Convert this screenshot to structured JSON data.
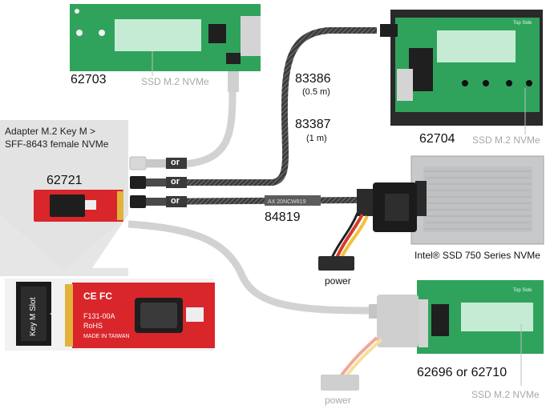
{
  "labels": {
    "p62703": "62703",
    "ssd_top": "SSD M.2 NVMe",
    "p83386": "83386",
    "len_05": "(0.5 m)",
    "p83387": "83387",
    "len_1": "(1 m)",
    "p62704": "62704",
    "ssd_right": "SSD M.2 NVMe",
    "adapter_line1": "Adapter M.2 Key M >",
    "adapter_line2": "SFF-8643 female NVMe",
    "p62721": "62721",
    "or1": "or",
    "or2": "or",
    "or3": "or",
    "p84819": "84819",
    "intel": "Intel® SSD 750 Series NVMe",
    "power1": "power",
    "power2": "power",
    "p62696": "62696 or 62710",
    "ssd_bottom": "SSD M.2 NVMe"
  },
  "board_text": {
    "key_m_slot": "Key M Slot",
    "ce_fc": "CE FC",
    "model": "F131-00A",
    "rohs": "RoHS",
    "made_in": "MADE IN TAIWAN",
    "cable_print": "AX 20NCW819",
    "top_side_1": "Top Side",
    "top_side_2": "Top Side"
  },
  "colors": {
    "pcb_green": "#2ea35a",
    "pcb_red": "#d9262b",
    "slot_mint": "#b8e6cc",
    "cable_dark": "#3a3a3a",
    "cable_light": "#cfcfcf",
    "panel_gray": "#e2e2e2",
    "ssd_silver": "#c9cbcc"
  }
}
